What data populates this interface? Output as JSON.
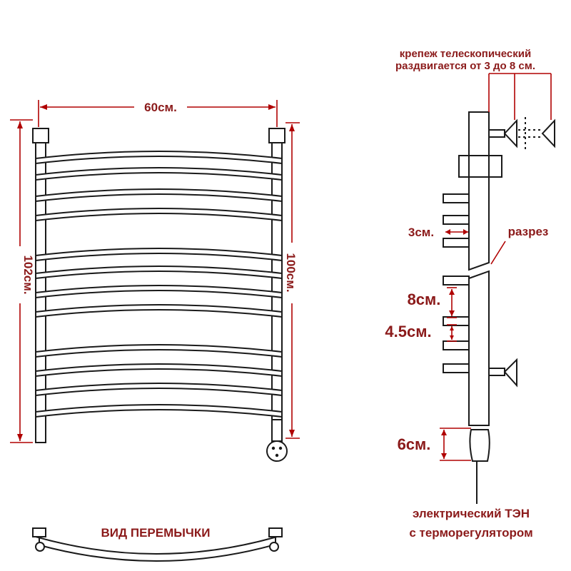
{
  "labels": {
    "width": "60см.",
    "height_left": "102см.",
    "height_right": "100см.",
    "mount_line1": "крепеж телескопический",
    "mount_line2": "раздвигается от 3 до 8 см.",
    "cut": "разрез",
    "d3": "3см.",
    "d8": "8см.",
    "d45": "4.5см.",
    "d6": "6см.",
    "heater_line1": "электрический  ТЭН",
    "heater_line2": "с терморегулятором",
    "jumper_view": "ВИД ПЕРЕМЫЧКИ"
  },
  "colors": {
    "outline": "#1a1a1a",
    "dimension": "#b00000",
    "text": "#8b1a1a"
  }
}
